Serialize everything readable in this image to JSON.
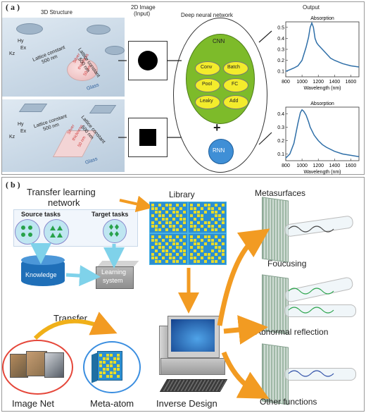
{
  "panel_a": {
    "label": "( a )",
    "headers": [
      "3D Structure",
      "2D Image",
      "(Input)",
      "Deep neural network",
      "Output"
    ],
    "structure_top": {
      "axes": [
        "Hy",
        "Ex",
        "Kz"
      ],
      "lattice_left": [
        "Lattice constant",
        "500 nm"
      ],
      "lattice_right": [
        "Lattice constant",
        "500 nm"
      ],
      "pillar": [
        "Silver",
        "thickness",
        "50 nm"
      ],
      "substrate": "Glass"
    },
    "structure_bottom": {
      "axes": [
        "Hy",
        "Ex",
        "Kz"
      ],
      "lattice_left": [
        "Lattice constant",
        "500 nm"
      ],
      "lattice_right": [
        "Lattice constant",
        "500 nm"
      ],
      "pillar": [
        "Silver",
        "thickness",
        "50 nm"
      ],
      "substrate": "Glass"
    },
    "network": {
      "cnn_title": "CNN",
      "layers": [
        "Conv",
        "Batch",
        "Pool",
        "FC",
        "Leaky",
        "Add"
      ],
      "plus": "+",
      "rnn": "RNN"
    }
  },
  "chart_data": [
    {
      "type": "line",
      "title": "Absorption",
      "xlabel": "Wavelength (nm)",
      "ylabel": "",
      "xlim": [
        800,
        1700
      ],
      "ylim": [
        0.05,
        0.55
      ],
      "xticks": [
        800,
        1000,
        1200,
        1400,
        1600
      ],
      "yticks": [
        0.1,
        0.2,
        0.3,
        0.4,
        0.5
      ],
      "x": [
        800,
        850,
        900,
        950,
        1000,
        1050,
        1080,
        1100,
        1120,
        1140,
        1160,
        1180,
        1200,
        1250,
        1300,
        1350,
        1400,
        1500,
        1600,
        1700
      ],
      "y": [
        0.1,
        0.115,
        0.13,
        0.15,
        0.2,
        0.32,
        0.41,
        0.5,
        0.54,
        0.5,
        0.4,
        0.36,
        0.34,
        0.3,
        0.26,
        0.22,
        0.2,
        0.17,
        0.15,
        0.14
      ]
    },
    {
      "type": "line",
      "title": "Absorption",
      "xlabel": "Wavelength (nm)",
      "ylabel": "",
      "xlim": [
        800,
        1700
      ],
      "ylim": [
        0.05,
        0.45
      ],
      "xticks": [
        800,
        1000,
        1200,
        1400,
        1600
      ],
      "yticks": [
        0.1,
        0.2,
        0.3,
        0.4
      ],
      "x": [
        800,
        850,
        900,
        950,
        980,
        1000,
        1020,
        1050,
        1080,
        1100,
        1150,
        1200,
        1250,
        1300,
        1400,
        1500,
        1600,
        1700
      ],
      "y": [
        0.07,
        0.1,
        0.18,
        0.33,
        0.41,
        0.43,
        0.42,
        0.39,
        0.34,
        0.3,
        0.24,
        0.2,
        0.17,
        0.15,
        0.12,
        0.1,
        0.09,
        0.08
      ]
    }
  ],
  "panel_b": {
    "label": "( b )",
    "transfer_network": [
      "Transfer learning",
      "network"
    ],
    "source_tasks": "Source tasks",
    "target_tasks": "Target tasks",
    "knowledge": "Knowledge",
    "learning_system": [
      "Learning",
      "system"
    ],
    "library": "Library",
    "metasurfaces": "Metasurfaces",
    "transfer": "Transfer",
    "image_net": "Image Net",
    "meta_atom": "Meta-atom",
    "inverse_design": "Inverse Design",
    "functions": [
      "Foucusing",
      "Abnormal reflection",
      "Other functions"
    ]
  },
  "colors": {
    "cnn_fill": "#7dbb2a",
    "layer_fill": "#f3ec2c",
    "rnn_fill": "#3f8fd6",
    "curve": "#2f6fa8",
    "arrow_orange": "#f29b22",
    "arrow_blue": "#7fd2ea",
    "green_marker": "#27a24a",
    "library_blue": "#2c8fd0",
    "library_yellow": "#e6dc2a"
  }
}
